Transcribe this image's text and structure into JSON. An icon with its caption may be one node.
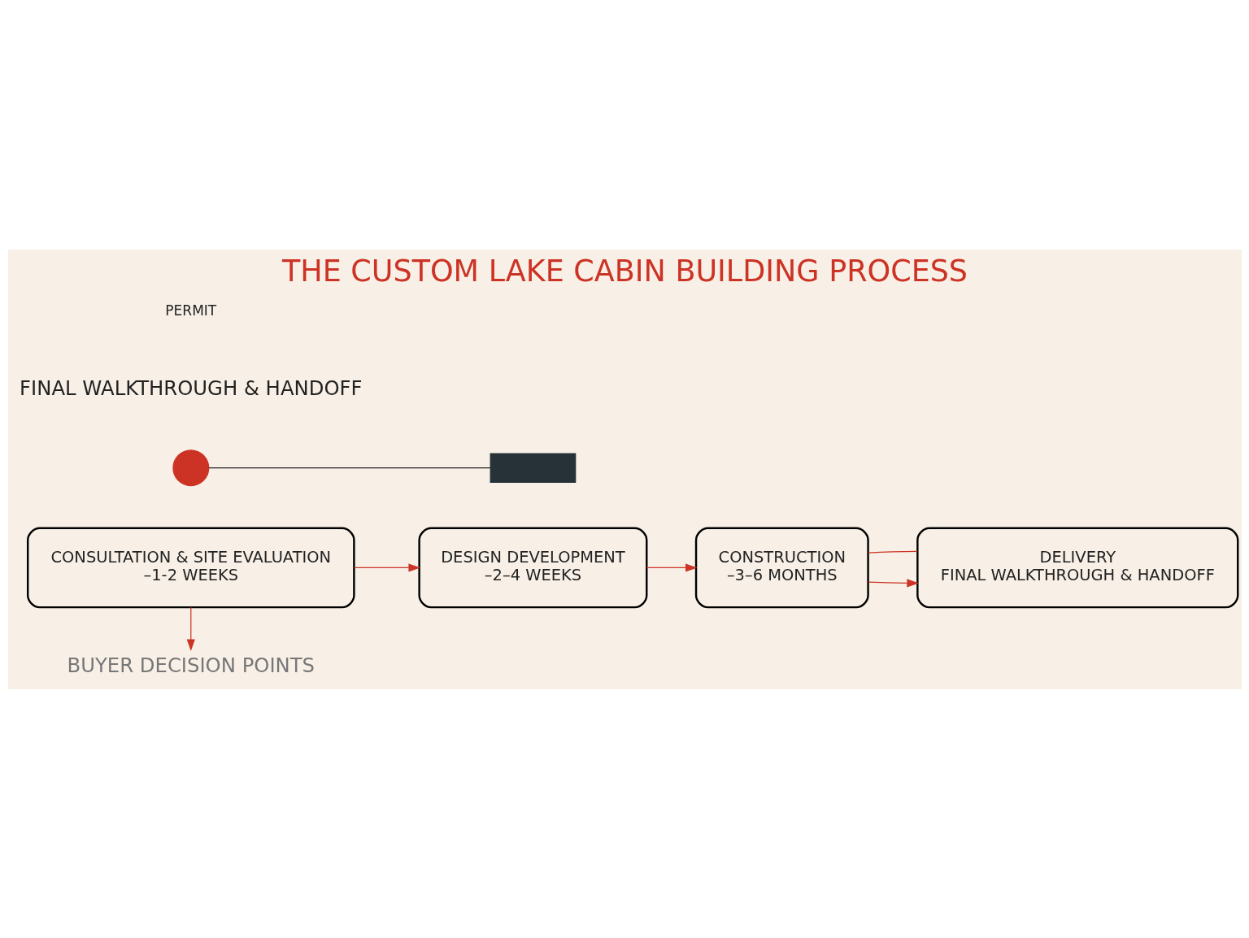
{
  "diagram": {
    "title": "THE CUSTOM LAKE CABIN BUILDING PROCESS",
    "nodes": [
      {
        "text": [
          "CONSULTATION & SITE EVALUATION",
          "–1-2 WEEKS"
        ]
      },
      {
        "text": [
          "DESIGN DEVELOPMENT",
          "–2–4 WEEKS"
        ]
      },
      {
        "text": [
          "CONSTRUCTION",
          "–3–6 MONTHS"
        ]
      },
      {
        "text": [
          "DELIVERY",
          "FINAL WALKTHROUGH & HANDOFF"
        ]
      },
      {
        "text": [
          "BUYER DECISION POINTS"
        ]
      },
      {
        "text": [],
        "shape": "circle"
      },
      {
        "text": [],
        "shape": "box"
      },
      {
        "text": [
          "FINAL WALKTHROUGH & HANDOFF"
        ]
      }
    ],
    "edges": [
      {
        "from": 0,
        "to": 1,
        "arrow": "to"
      },
      {
        "from": 1,
        "to": 2,
        "arrow": "to"
      },
      {
        "from": 2,
        "to": 3,
        "arrow": "to"
      },
      {
        "from": 0,
        "to": 4,
        "arrow": "to"
      },
      {
        "from": 2,
        "to": 3,
        "arrow": "none"
      },
      {
        "from": 5,
        "to": 6,
        "arrow": "none",
        "color": "#222222"
      }
    ],
    "labels": [
      "PERMIT"
    ]
  }
}
